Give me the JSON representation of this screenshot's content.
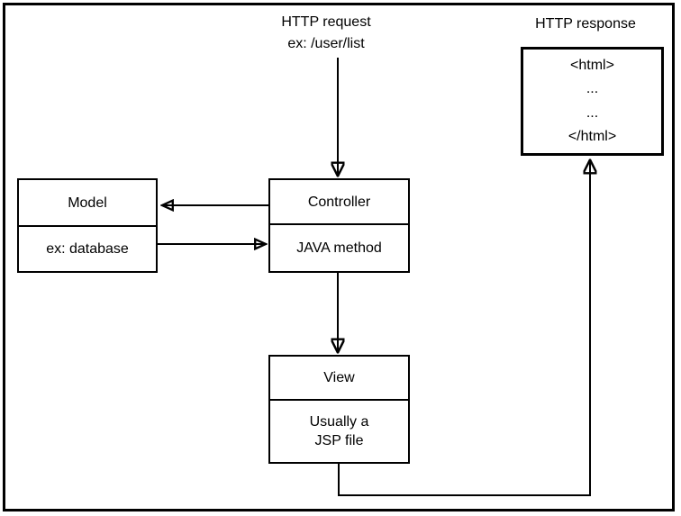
{
  "labels": {
    "http_request_line1": "HTTP request",
    "http_request_line2": "ex: /user/list",
    "http_response": "HTTP response"
  },
  "boxes": {
    "model": {
      "title": "Model",
      "subtitle": "ex: database"
    },
    "controller": {
      "title": "Controller",
      "subtitle": "JAVA method"
    },
    "view": {
      "title": "View",
      "subtitle_line1": "Usually a",
      "subtitle_line2": "JSP file"
    },
    "response": {
      "line1": "<html>",
      "line2": "...",
      "line3": "...",
      "line4": "</html>"
    }
  },
  "colors": {
    "stroke": "#000000",
    "background": "#ffffff"
  }
}
